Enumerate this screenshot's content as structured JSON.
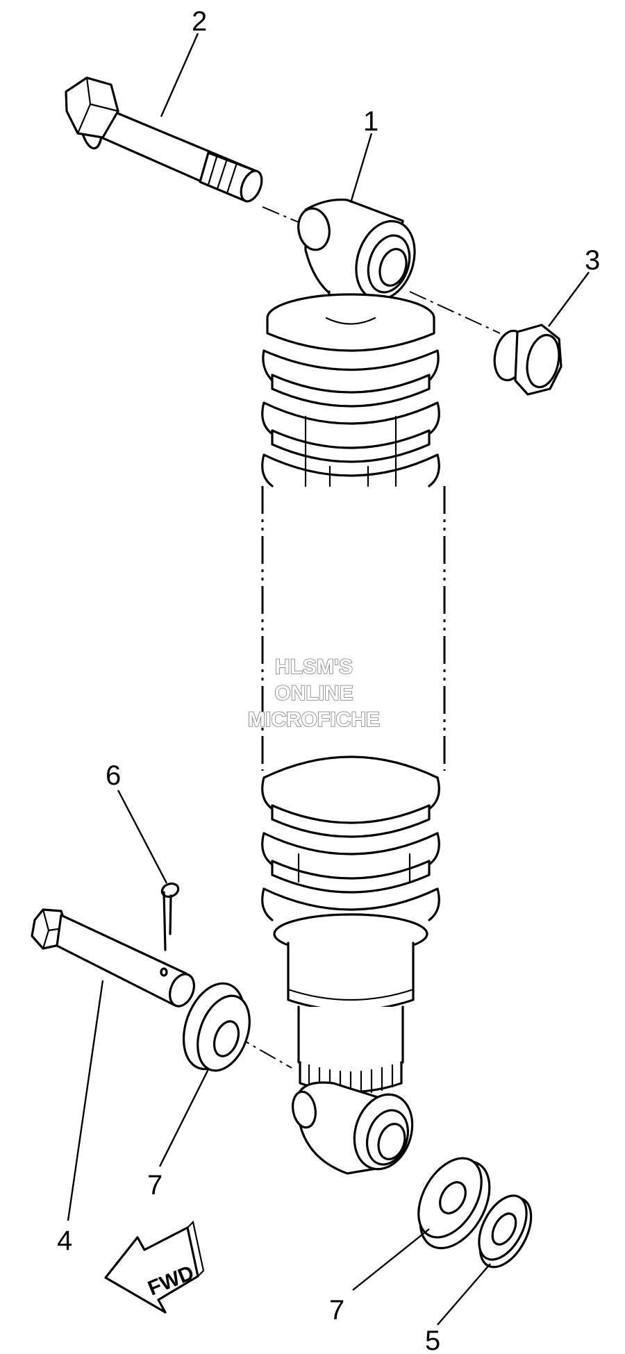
{
  "diagram": {
    "callouts": [
      {
        "id": "1",
        "label": "1"
      },
      {
        "id": "2",
        "label": "2"
      },
      {
        "id": "3",
        "label": "3"
      },
      {
        "id": "4",
        "label": "4"
      },
      {
        "id": "5",
        "label": "5"
      },
      {
        "id": "6",
        "label": "6"
      },
      {
        "id": "7a",
        "label": "7"
      },
      {
        "id": "7b",
        "label": "7"
      }
    ],
    "watermark": {
      "line1": "HLSM'S",
      "line2": "ONLINE",
      "line3": "MICROFICHE"
    },
    "direction_arrow": {
      "label": "FWD"
    },
    "colors": {
      "line": "#000000",
      "background": "#ffffff",
      "watermark_outline": "#7a7a7a"
    }
  }
}
